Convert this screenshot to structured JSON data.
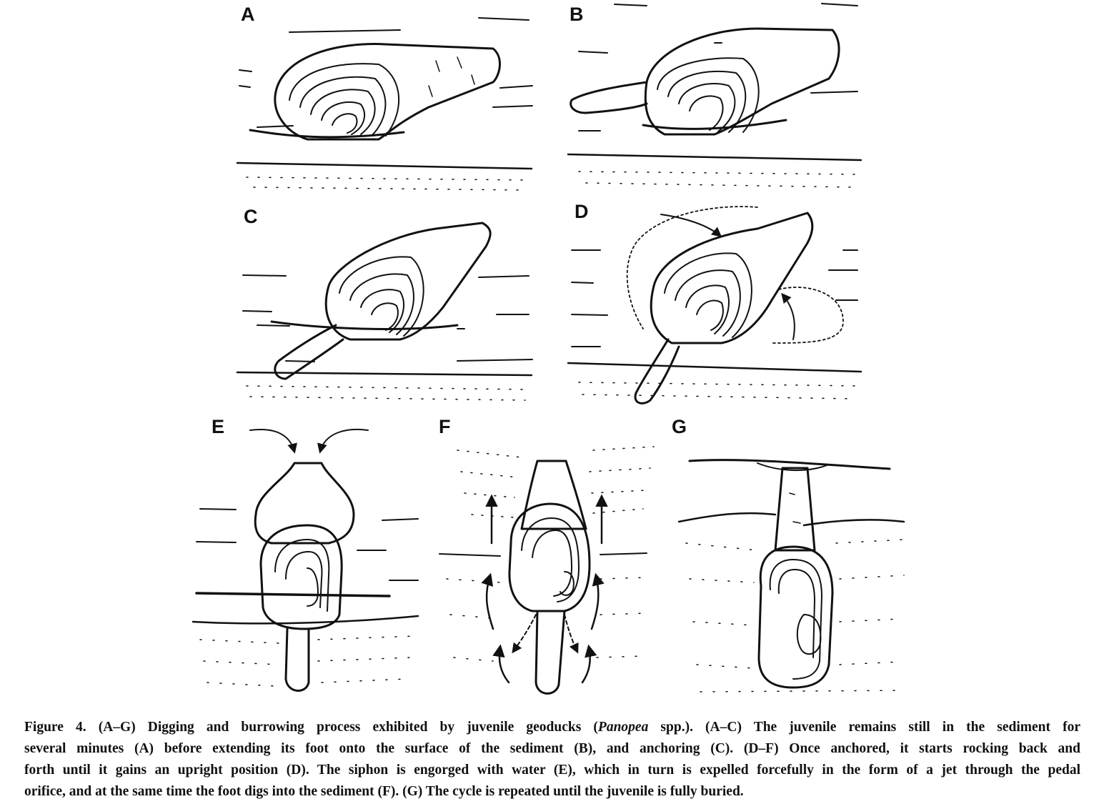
{
  "figure": {
    "panels": [
      "A",
      "B",
      "C",
      "D",
      "E",
      "F",
      "G"
    ]
  },
  "caption": {
    "line1_pre": "Figure 4.  (A–G) Digging and burrowing process exhibited by juvenile geoducks (",
    "genus": "Panopea",
    "line1_post": " spp.). (A–C) The juvenile remains still in the sediment for",
    "line2": "several minutes (A) before extending its foot onto the surface of the sediment (B), and anchoring (C). (D–F) Once anchored, it starts rocking back and",
    "line3": "forth until it gains an upright position (D). The siphon is engorged with water (E), which in turn is expelled forcefully in the form of a jet through the pedal",
    "line4": "orifice, and at the same time the foot digs into the sediment (F). (G) The cycle is repeated until the juvenile is fully buried."
  }
}
